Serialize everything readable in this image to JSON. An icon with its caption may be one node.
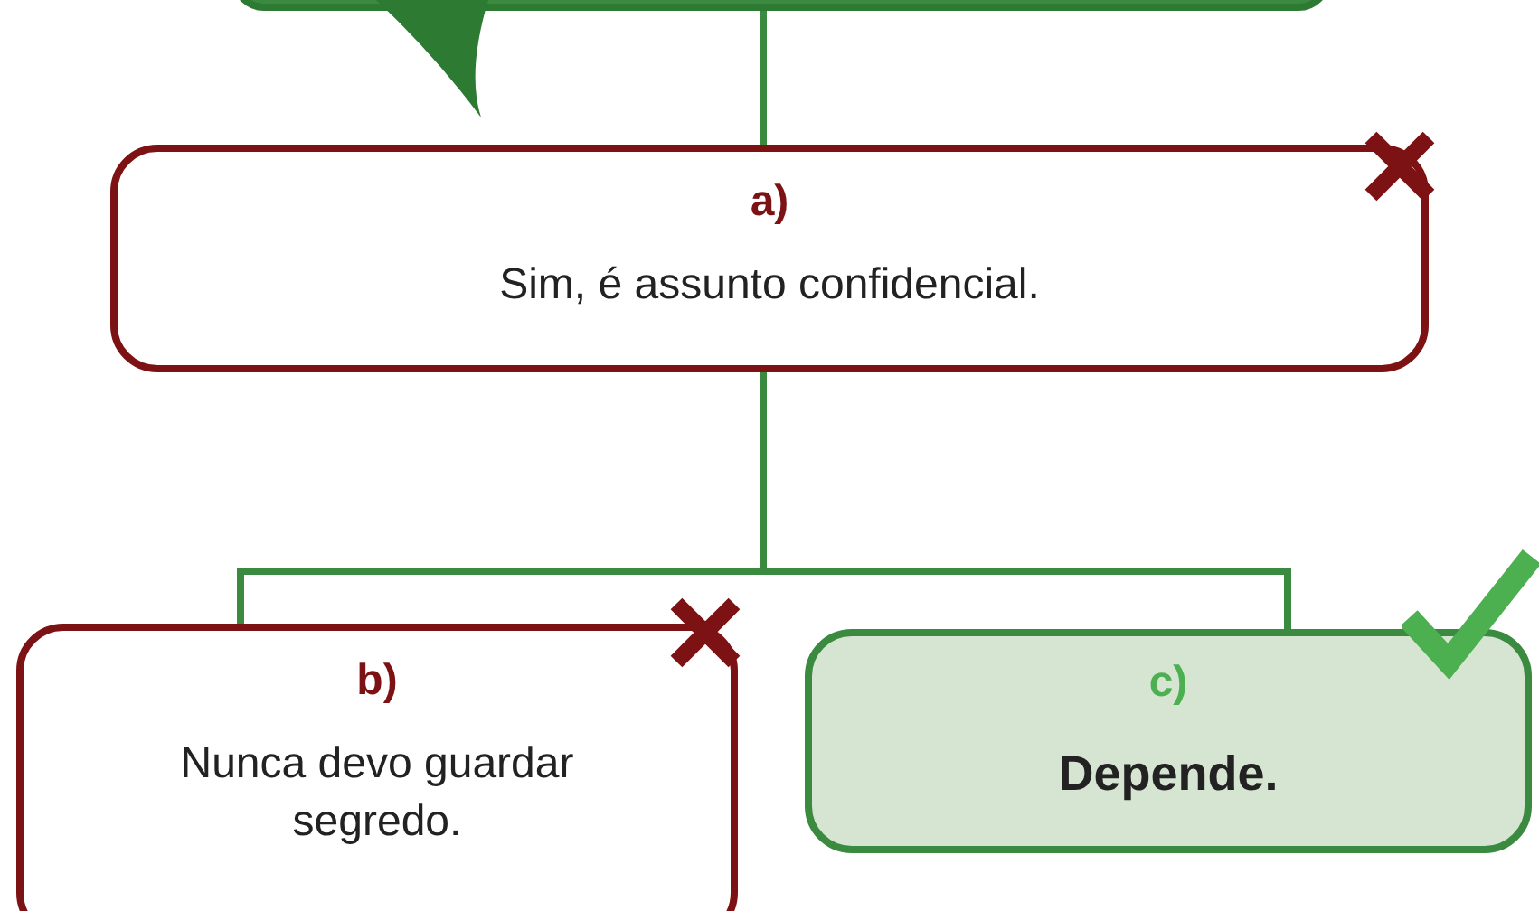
{
  "diagram": {
    "nodes": [
      {
        "text": [],
        "shape": "box"
      },
      {
        "text": [
          "a)",
          "Sim, é assunto confidencial."
        ]
      },
      {
        "text": [
          "b)",
          "Nunca devo guardar segredo."
        ]
      },
      {
        "text": [
          "c)",
          "Depende."
        ]
      }
    ],
    "edges": [
      {
        "from": 0,
        "to": 1,
        "arrow": "none"
      },
      {
        "from": 1,
        "to": 2,
        "arrow": "none"
      },
      {
        "from": 1,
        "to": 3,
        "arrow": "none"
      }
    ]
  }
}
